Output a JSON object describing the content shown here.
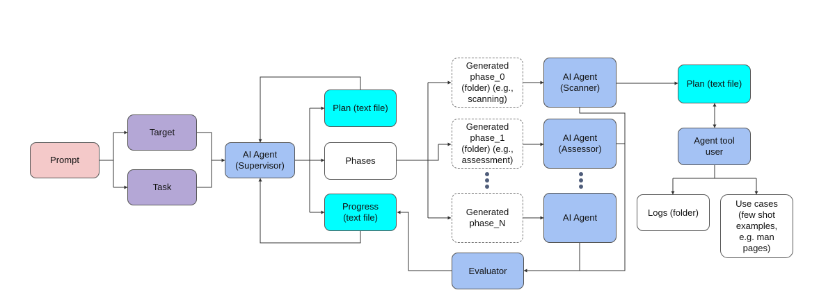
{
  "colors": {
    "prompt": "#f4c9c9",
    "purple": "#b4a7d6",
    "blue": "#a4c2f4",
    "cyan": "#00ffff",
    "white": "#ffffff",
    "line": "#333333"
  },
  "nodes": {
    "prompt": "Prompt",
    "target": "Target",
    "task": "Task",
    "supervisor": "AI Agent\n(Supervisor)",
    "plan_left": "Plan (text file)",
    "phases": "Phases",
    "progress": "Progress\n(text file)",
    "phase_0": "Generated\nphase_0\n(folder) (e.g.,\nscanning)",
    "phase_1": "Generated\nphase_1\n(folder) (e.g.,\nassessment)",
    "phase_n": "Generated\nphase_N",
    "scanner": "AI Agent\n(Scanner)",
    "assessor": "AI Agent\n(Assessor)",
    "ai_agent": "AI Agent",
    "evaluator": "Evaluator",
    "plan_right": "Plan (text file)",
    "tool_user": "Agent tool\nuser",
    "logs": "Logs (folder)",
    "use_cases": "Use cases\n(few shot\nexamples,\ne.g. man\npages)"
  }
}
